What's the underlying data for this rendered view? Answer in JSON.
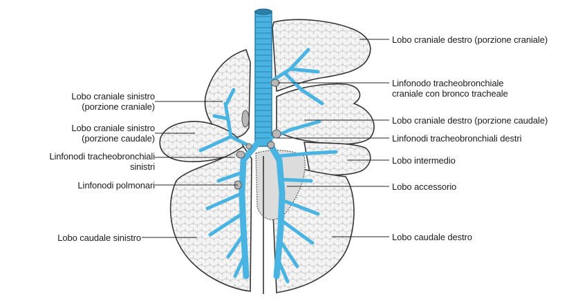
{
  "colors": {
    "airway": "#49b4e1",
    "airway_dark": "#2b7fa8",
    "lung_fill": "#f2f2f2",
    "lung_outline": "#333333",
    "leader": "#222222",
    "node": "#b5b5b5",
    "accessory": "#d8d8d8"
  },
  "labels_left": {
    "cranial_left_cranial": [
      "Lobo craniale sinistro",
      "(porzione craniale)"
    ],
    "cranial_left_caudal": [
      "Lobo craniale sinistro",
      "(porzione caudale)"
    ],
    "tracheobronchial_left": [
      "Linfonodi tracheobronchiali",
      "sinistri"
    ],
    "pulmonary_nodes": [
      "Linfonodi polmonari"
    ],
    "caudal_left": [
      "Lobo caudale sinistro"
    ]
  },
  "labels_right": {
    "cranial_right_cranial": [
      "Lobo craniale destro (porzione craniale)"
    ],
    "tracheobronchial_cranial": [
      "Linfonodo tracheobronchiale",
      "craniale con bronco tracheale"
    ],
    "cranial_right_caudal": [
      "Lobo craniale destro (porzione caudale)"
    ],
    "tracheobronchial_right": [
      "Linfonodi tracheobronchiali destri"
    ],
    "intermediate": [
      "Lobo intermedio"
    ],
    "accessory": [
      "Lobo accessorio"
    ],
    "caudal_right": [
      "Lobo caudale destro"
    ]
  }
}
